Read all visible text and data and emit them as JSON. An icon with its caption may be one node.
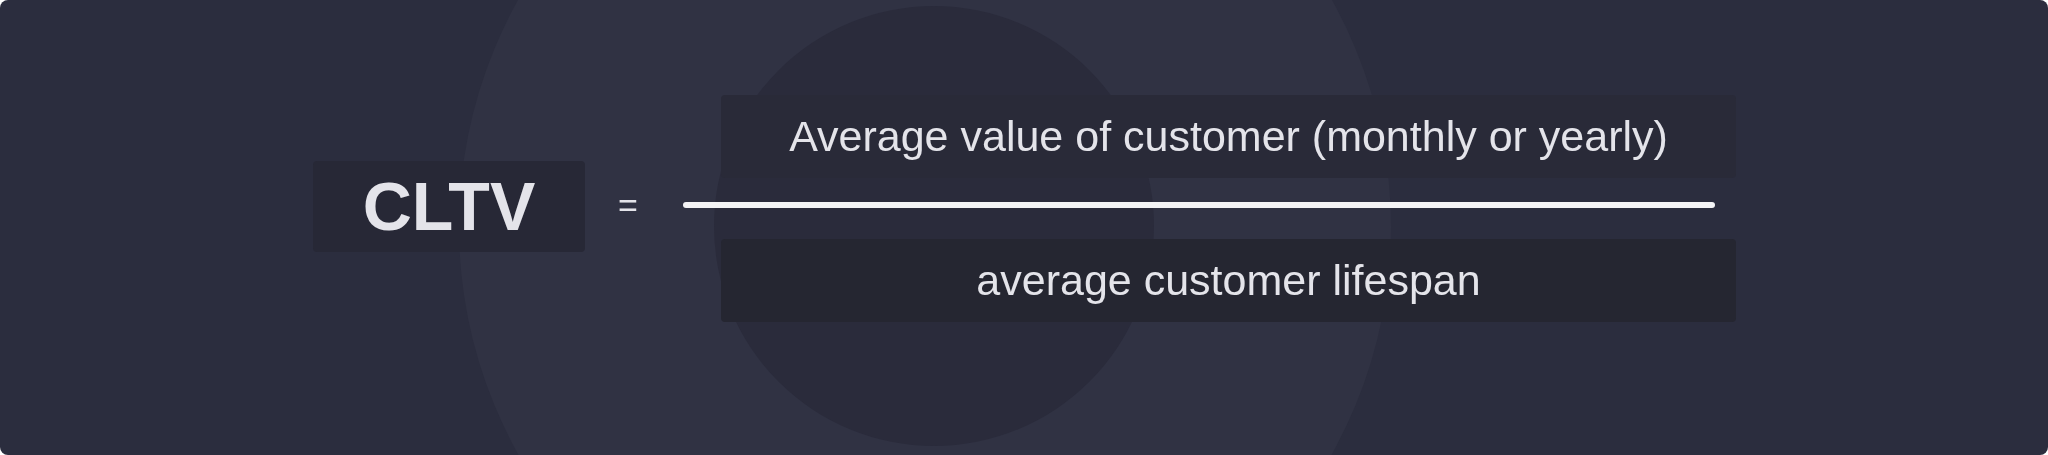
{
  "diagram": {
    "nodes": [
      {
        "text": [
          "CLTV"
        ]
      },
      {
        "text": [
          "Average value of customer (monthly or yearly)"
        ]
      },
      {
        "text": [
          "average customer lifespan"
        ]
      }
    ],
    "labels": [
      "="
    ]
  }
}
